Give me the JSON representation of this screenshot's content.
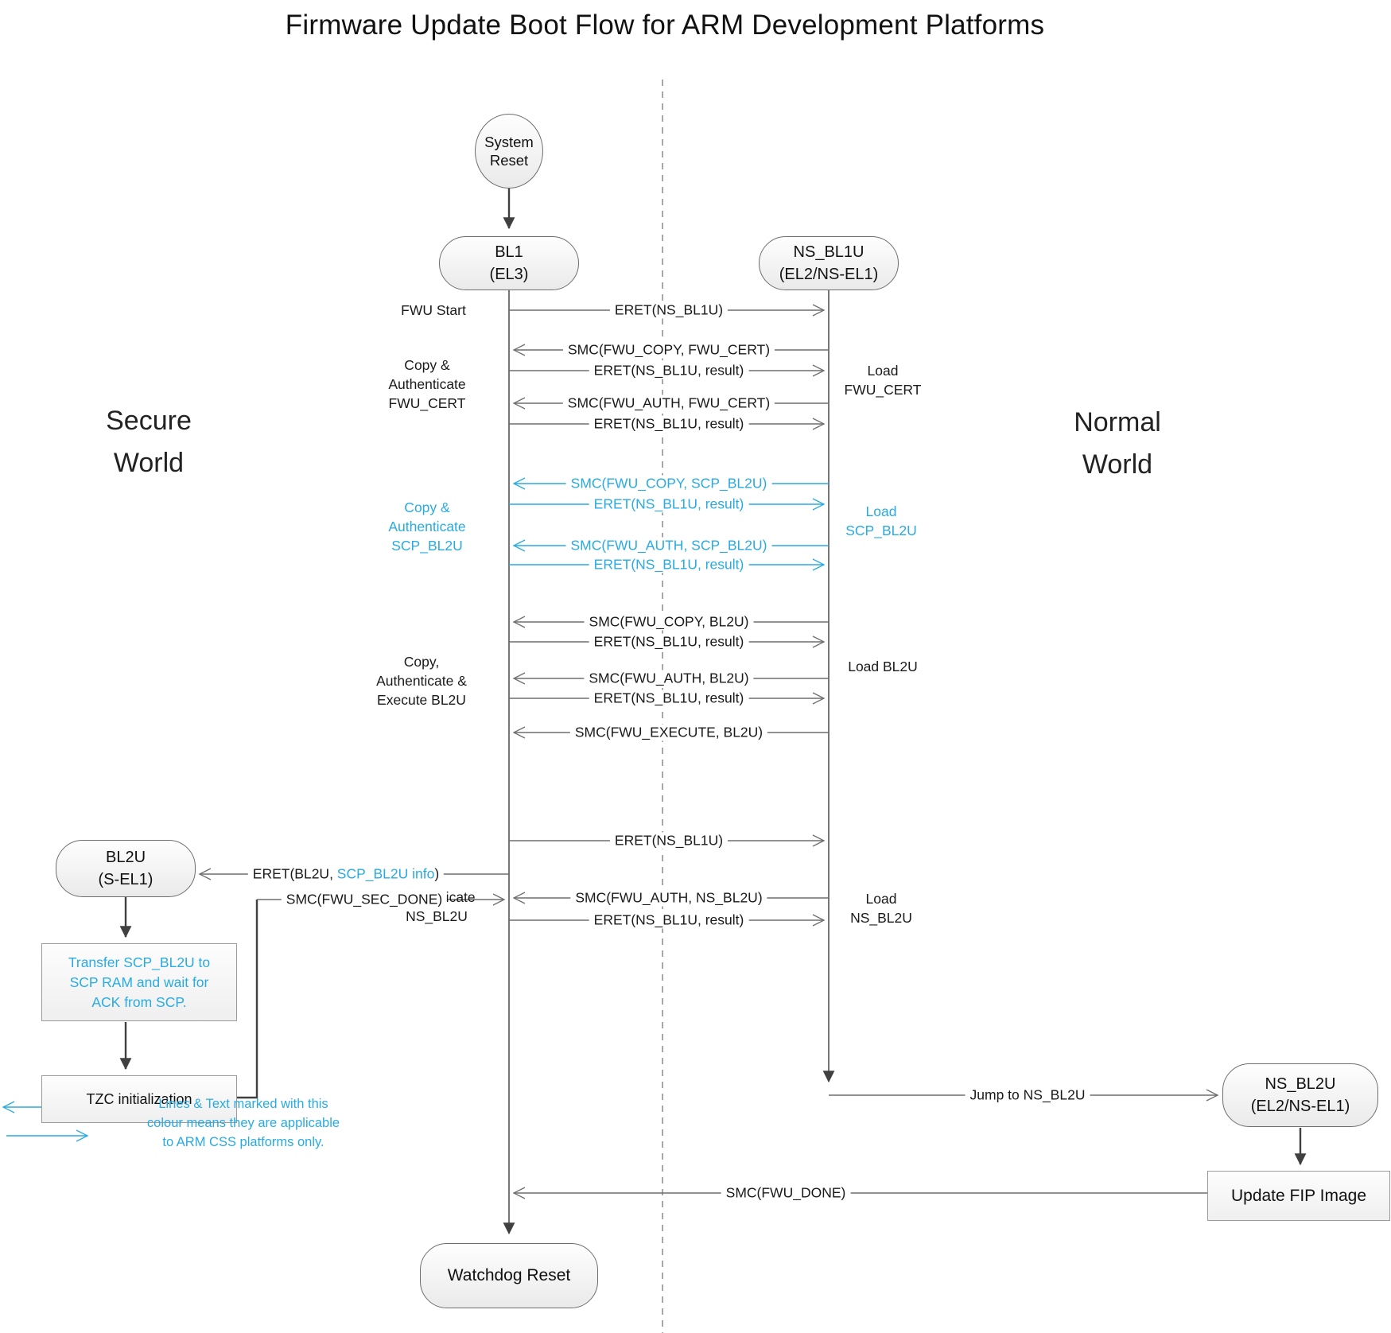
{
  "title": "Firmware Update Boot Flow for ARM Development Platforms",
  "colors": {
    "accent_cyan": "#29ABE2",
    "message_line_gray": "#6e6e6e",
    "flow_dark": "#404040"
  },
  "worlds": {
    "secure_line1": "Secure",
    "secure_line2": "World",
    "normal_line1": "Normal",
    "normal_line2": "World"
  },
  "nodes": {
    "system_reset": {
      "line1": "System",
      "line2": "Reset"
    },
    "bl1": {
      "line1": "BL1",
      "line2": "(EL3)"
    },
    "ns_bl1u": {
      "line1": "NS_BL1U",
      "line2": "(EL2/NS-EL1)"
    },
    "bl2u": {
      "line1": "BL2U",
      "line2": "(S-EL1)"
    },
    "ns_bl2u": {
      "line1": "NS_BL2U",
      "line2": "(EL2/NS-EL1)"
    },
    "transfer_scp": {
      "line1": "Transfer SCP_BL2U to",
      "line2": "SCP RAM and wait for",
      "line3": "ACK from SCP."
    },
    "tzc": "TZC initialization",
    "update_fip": "Update FIP Image",
    "watchdog": "Watchdog Reset"
  },
  "messages": [
    {
      "dir": "right",
      "text": "ERET(NS_BL1U)",
      "css_only": false
    },
    {
      "dir": "left",
      "text": "SMC(FWU_COPY, FWU_CERT)",
      "css_only": false
    },
    {
      "dir": "right",
      "text": "ERET(NS_BL1U, result)",
      "css_only": false
    },
    {
      "dir": "left",
      "text": "SMC(FWU_AUTH, FWU_CERT)",
      "css_only": false
    },
    {
      "dir": "right",
      "text": "ERET(NS_BL1U, result)",
      "css_only": false
    },
    {
      "dir": "left",
      "text": "SMC(FWU_COPY, SCP_BL2U)",
      "css_only": true
    },
    {
      "dir": "right",
      "text": "ERET(NS_BL1U, result)",
      "css_only": true
    },
    {
      "dir": "left",
      "text": "SMC(FWU_AUTH, SCP_BL2U)",
      "css_only": true
    },
    {
      "dir": "right",
      "text": "ERET(NS_BL1U, result)",
      "css_only": true
    },
    {
      "dir": "left",
      "text": "SMC(FWU_COPY, BL2U)",
      "css_only": false
    },
    {
      "dir": "right",
      "text": "ERET(NS_BL1U, result)",
      "css_only": false
    },
    {
      "dir": "left",
      "text": "SMC(FWU_AUTH, BL2U)",
      "css_only": false
    },
    {
      "dir": "right",
      "text": "ERET(NS_BL1U, result)",
      "css_only": false
    },
    {
      "dir": "left",
      "text": "SMC(FWU_EXECUTE, BL2U)",
      "css_only": false
    },
    {
      "dir": "right",
      "text": "ERET(NS_BL1U)",
      "css_only": false
    },
    {
      "dir": "left",
      "text": "SMC(FWU_AUTH, NS_BL2U)",
      "css_only": false
    },
    {
      "dir": "right",
      "text": "ERET(NS_BL1U, result)",
      "css_only": false
    }
  ],
  "side_labels": {
    "fwu_start": "FWU Start",
    "copy_auth_fwu_cert": {
      "line1": "Copy &",
      "line2": "Authenticate",
      "line3": "FWU_CERT"
    },
    "copy_auth_scp_bl2u": {
      "line1": "Copy &",
      "line2": "Authenticate",
      "line3": "SCP_BL2U"
    },
    "copy_auth_exec_bl2u": {
      "line1": "Copy,",
      "line2": "Authenticate &",
      "line3": "Execute BL2U"
    },
    "auth_ns_bl2u": {
      "line1": "Authenticate",
      "line2": "NS_BL2U"
    },
    "load_fwu_cert": {
      "line1": "Load",
      "line2": "FWU_CERT"
    },
    "load_scp_bl2u": {
      "line1": "Load",
      "line2": "SCP_BL2U"
    },
    "load_bl2u": "Load BL2U",
    "load_ns_bl2u": {
      "line1": "Load",
      "line2": "NS_BL2U"
    }
  },
  "special": {
    "eret_bl2u_prefix": "ERET(BL2U, ",
    "eret_bl2u_cyan": "SCP_BL2U info",
    "eret_bl2u_suffix": ")",
    "smc_sec_done": "SMC(FWU_SEC_DONE)",
    "jump_ns_bl2u": "Jump to NS_BL2U",
    "smc_done": "SMC(FWU_DONE)"
  },
  "legend": {
    "line1": "Lines & Text marked with this",
    "line2": "colour means they are applicable",
    "line3": "to ARM CSS platforms only."
  }
}
